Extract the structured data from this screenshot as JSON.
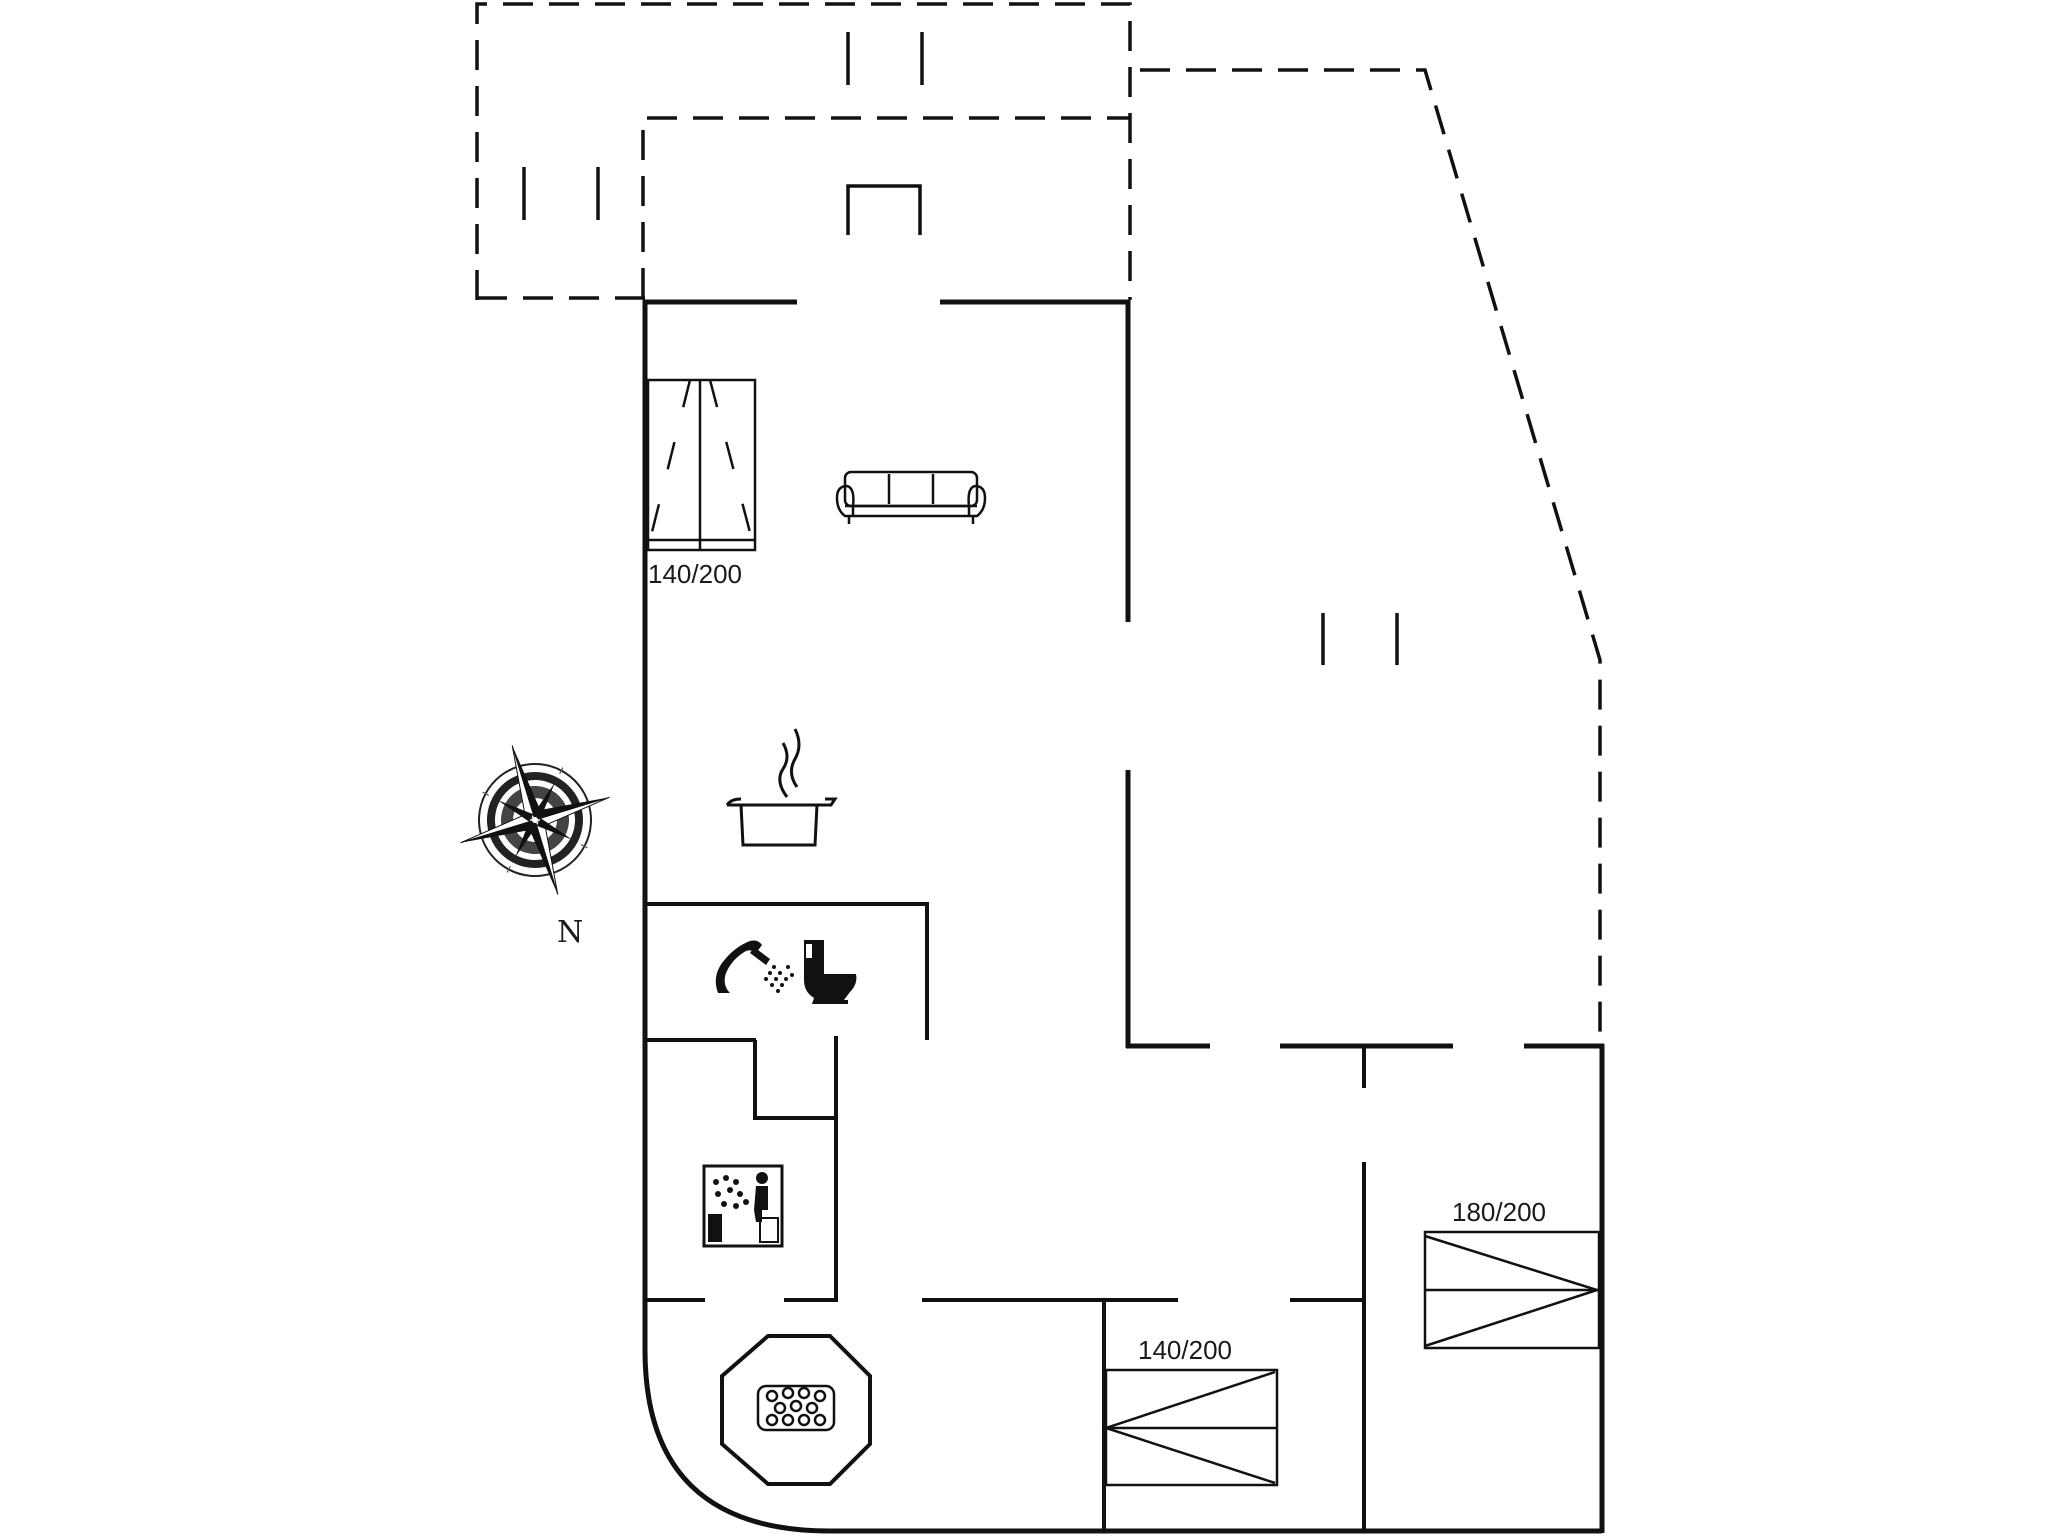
{
  "floor_plan": {
    "compass": {
      "north_label": "N"
    },
    "beds": [
      {
        "size_label": "140/200"
      },
      {
        "size_label": "180/200"
      },
      {
        "size_label": "140/200"
      }
    ],
    "icons": [
      "sofa-icon",
      "cooking-pot-icon",
      "shower-icon",
      "toilet-icon",
      "sauna-icon",
      "hot-tub-icon",
      "compass-rose-icon",
      "bed-icon"
    ]
  }
}
